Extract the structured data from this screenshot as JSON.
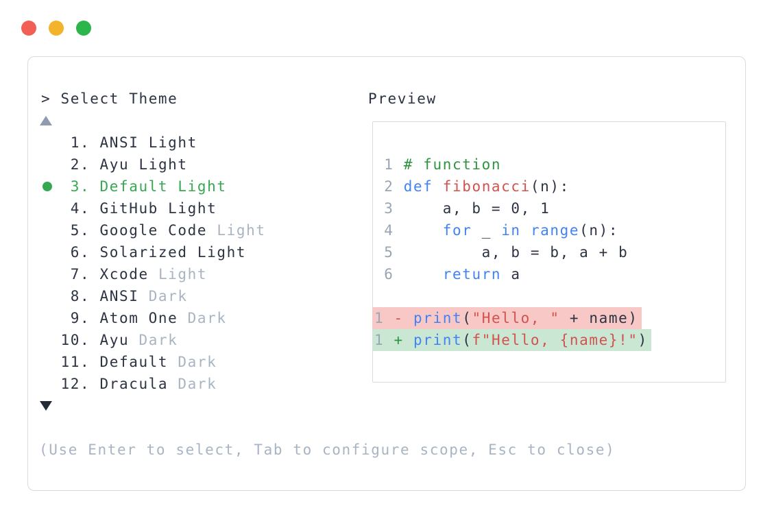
{
  "window": {
    "controls": [
      {
        "name": "close",
        "color": "#f15f55"
      },
      {
        "name": "minimize",
        "color": "#f3b32b"
      },
      {
        "name": "zoom",
        "color": "#2bb54a"
      }
    ]
  },
  "selector": {
    "prompt_char": ">",
    "title": "Select Theme",
    "selected_number": 3,
    "items": [
      {
        "num": 1,
        "label": "ANSI",
        "suffix": "Light",
        "suffix_muted": false,
        "selected": false
      },
      {
        "num": 2,
        "label": "Ayu",
        "suffix": "Light",
        "suffix_muted": false,
        "selected": false
      },
      {
        "num": 3,
        "label": "Default",
        "suffix": "Light",
        "suffix_muted": false,
        "selected": true
      },
      {
        "num": 4,
        "label": "GitHub",
        "suffix": "Light",
        "suffix_muted": false,
        "selected": false
      },
      {
        "num": 5,
        "label": "Google Code",
        "suffix": "Light",
        "suffix_muted": true,
        "selected": false
      },
      {
        "num": 6,
        "label": "Solarized",
        "suffix": "Light",
        "suffix_muted": false,
        "selected": false
      },
      {
        "num": 7,
        "label": "Xcode",
        "suffix": "Light",
        "suffix_muted": true,
        "selected": false
      },
      {
        "num": 8,
        "label": "ANSI",
        "suffix": "Dark",
        "suffix_muted": true,
        "selected": false
      },
      {
        "num": 9,
        "label": "Atom One",
        "suffix": "Dark",
        "suffix_muted": true,
        "selected": false
      },
      {
        "num": 10,
        "label": "Ayu",
        "suffix": "Dark",
        "suffix_muted": true,
        "selected": false
      },
      {
        "num": 11,
        "label": "Default",
        "suffix": "Dark",
        "suffix_muted": true,
        "selected": false
      },
      {
        "num": 12,
        "label": "Dracula",
        "suffix": "Dark",
        "suffix_muted": true,
        "selected": false
      }
    ],
    "footer_hint": "(Use Enter to select, Tab to configure scope, Esc to close)"
  },
  "preview": {
    "label": "Preview",
    "code_lines": [
      {
        "num": "1",
        "diff": null,
        "marker": "",
        "tokens": [
          [
            "comment",
            "# function"
          ]
        ]
      },
      {
        "num": "2",
        "diff": null,
        "marker": "",
        "tokens": [
          [
            "keyword",
            "def"
          ],
          [
            "plain",
            " "
          ],
          [
            "name",
            "fibonacci"
          ],
          [
            "plain",
            "(n):"
          ]
        ]
      },
      {
        "num": "3",
        "diff": null,
        "marker": "",
        "tokens": [
          [
            "plain",
            "    a, b = 0, 1"
          ]
        ]
      },
      {
        "num": "4",
        "diff": null,
        "marker": "",
        "tokens": [
          [
            "plain",
            "    "
          ],
          [
            "keyword",
            "for"
          ],
          [
            "plain",
            " _ "
          ],
          [
            "keyword",
            "in"
          ],
          [
            "plain",
            " "
          ],
          [
            "keyword",
            "range"
          ],
          [
            "plain",
            "(n):"
          ]
        ]
      },
      {
        "num": "5",
        "diff": null,
        "marker": "",
        "tokens": [
          [
            "plain",
            "        a, b = b, a + b"
          ]
        ]
      },
      {
        "num": "6",
        "diff": null,
        "marker": "",
        "tokens": [
          [
            "plain",
            "    "
          ],
          [
            "keyword",
            "return"
          ],
          [
            "plain",
            " a"
          ]
        ]
      },
      {
        "num": "",
        "diff": null,
        "marker": "",
        "tokens": []
      },
      {
        "num": "1",
        "diff": "removed",
        "marker": "-",
        "tokens": [
          [
            "keyword",
            "print"
          ],
          [
            "plain",
            "("
          ],
          [
            "string",
            "\"Hello, \""
          ],
          [
            "plain",
            " + name)"
          ]
        ]
      },
      {
        "num": "1",
        "diff": "added",
        "marker": "+",
        "tokens": [
          [
            "keyword",
            "print"
          ],
          [
            "plain",
            "("
          ],
          [
            "string",
            "f\"Hello, {name}!\""
          ],
          [
            "plain",
            ")"
          ]
        ]
      }
    ]
  },
  "colors": {
    "text_dark": "#2c3342",
    "muted": "#a9b4c3",
    "line_number": "#9aa5b3",
    "selected_green": "#36a852",
    "comment_green": "#2e9440",
    "keyword_blue": "#4183f4",
    "name_red": "#d2524e",
    "removed_bg": "#f8c8c7",
    "added_bg": "#cae7d4",
    "border": "#d6dae1",
    "up_arrow": "#8f9cb0",
    "down_arrow": "#242a38",
    "traffic_red": "#f15f55",
    "traffic_yellow": "#f3b32b",
    "traffic_green": "#2bb54a"
  }
}
